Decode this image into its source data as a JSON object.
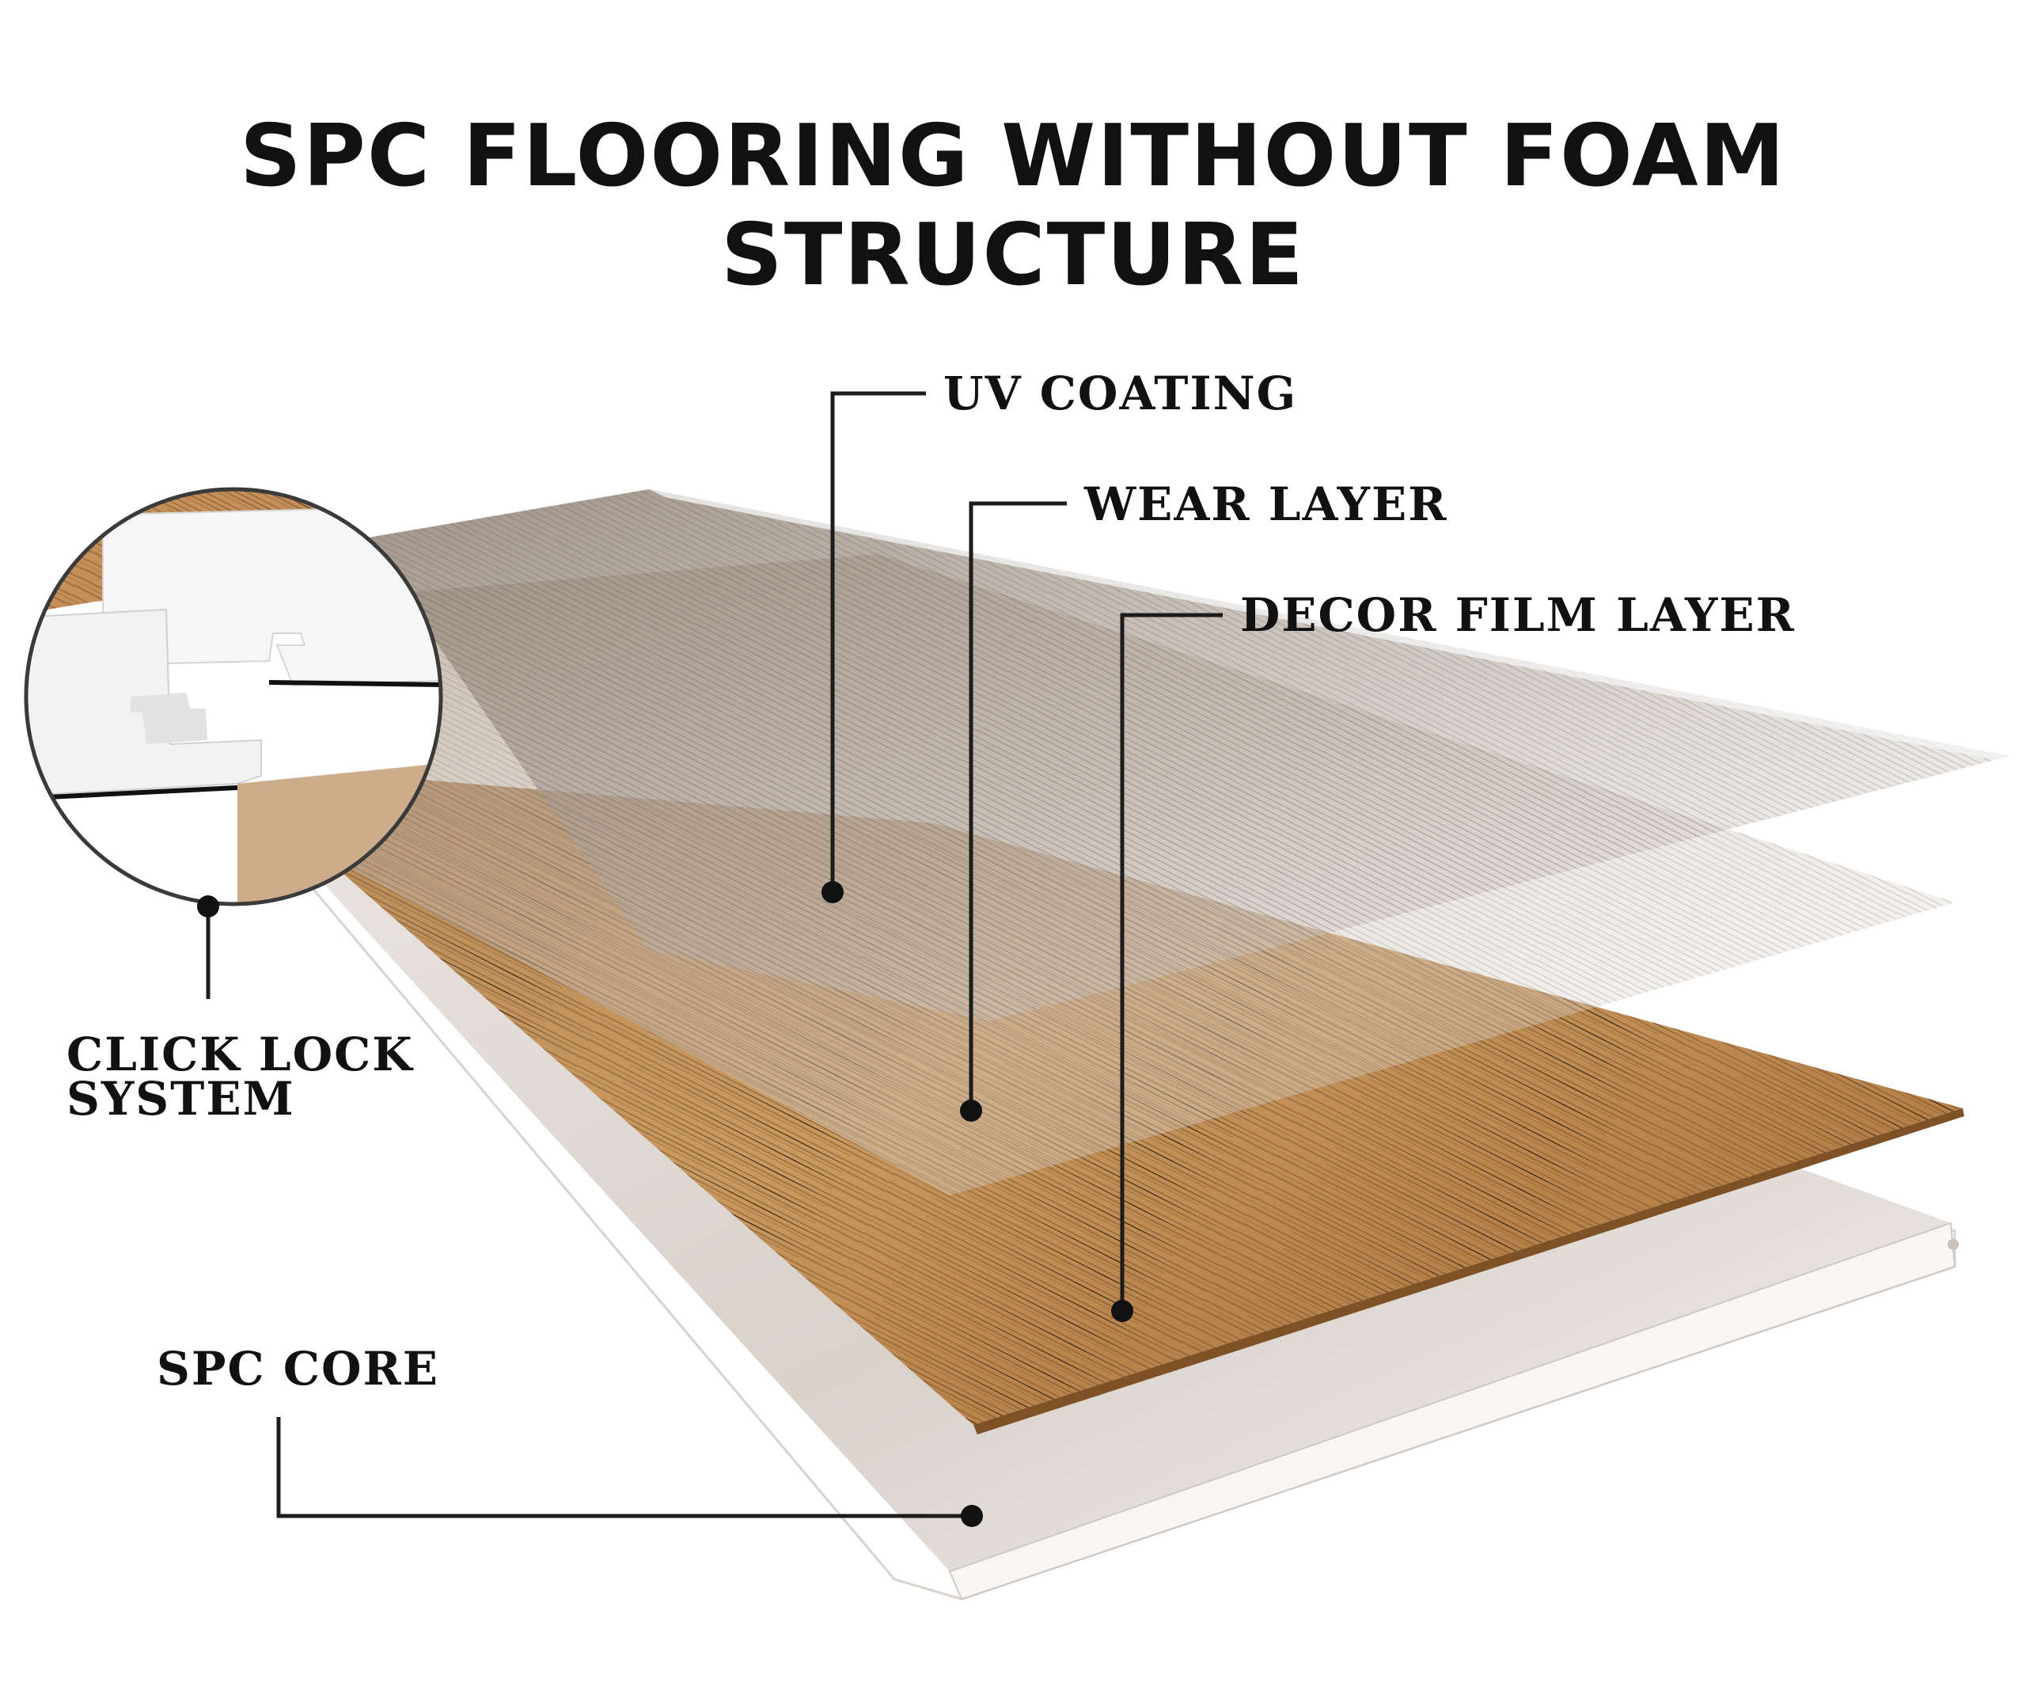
{
  "title": "SPC FLOORING WITHOUT FOAM STRUCTURE",
  "callouts": {
    "uv_coating": "UV COATING",
    "wear_layer": "WEAR LAYER",
    "decor_film_layer": "DECOR FILM LAYER",
    "click_lock_line1": "CLICK LOCK",
    "click_lock_line2": "SYSTEM",
    "spc_core": "SPC CORE"
  },
  "colors": {
    "text": "#111111",
    "oak_light": "#c99a62",
    "oak_dark": "#8e5c2c",
    "core": "#ece9e6",
    "leader_line": "#1c1c1c"
  }
}
